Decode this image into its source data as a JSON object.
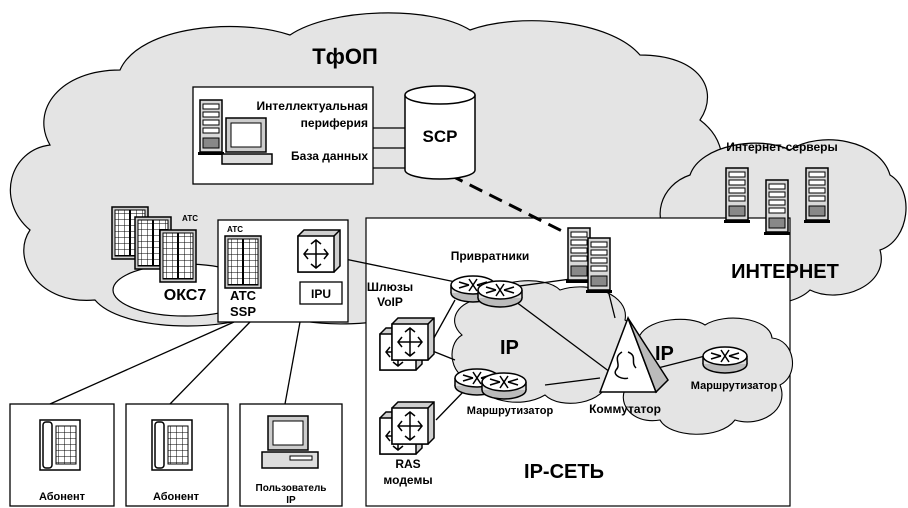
{
  "clouds": {
    "pstn": "ТфОП",
    "internet": "ИНТЕРНЕТ",
    "ip_cloud_1": "IP",
    "ip_cloud_2": "IP",
    "ip_network": "IP-СЕТЬ"
  },
  "pstn_box": {
    "intelligent_periphery": [
      "Интеллектуальная",
      "периферия"
    ],
    "database": "База данных",
    "scp": "SCP"
  },
  "signaling": {
    "oks7": "ОКС7",
    "ats_small_1": "АТС",
    "ats_small_2": "АТС",
    "ats_ssp": [
      "АТС",
      "SSP"
    ],
    "ipu": "IPU"
  },
  "internet_servers": "Интернет-серверы",
  "ip_side": {
    "gatekeepers": "Привратники",
    "voip_gateways": [
      "Шлюзы",
      "VoIP"
    ],
    "router_1": "Маршрутизатор",
    "router_2": "Маршрутизатор",
    "switch": "Коммутатор",
    "ras": [
      "RAS",
      "модемы"
    ]
  },
  "subscribers": {
    "sub1": "Абонент",
    "sub2": "Абонент",
    "ip_user": [
      "Пользователь",
      "IP"
    ]
  },
  "colors": {
    "line": "#000000",
    "background": "#ffffff"
  }
}
